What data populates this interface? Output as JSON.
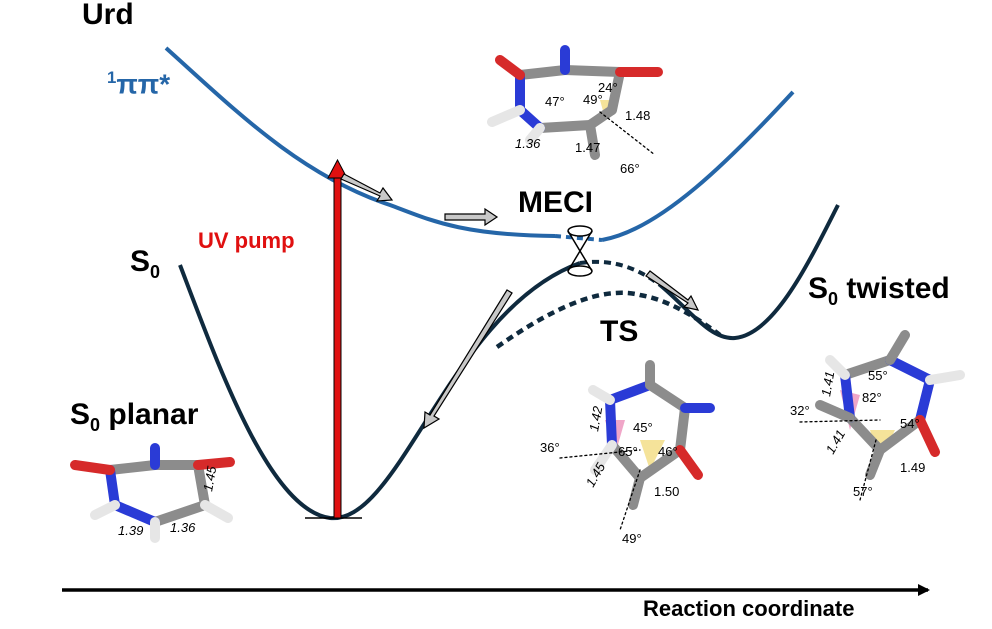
{
  "labels": {
    "urd": "Urd",
    "pipi_sup": "1",
    "pipi": "ππ*",
    "s0_main": "S",
    "s0_sub": "0",
    "uv_pump": "UV pump",
    "meci": "MECI",
    "ts": "TS",
    "s0_planar_s": "S",
    "s0_planar_sub": "0",
    "s0_planar_rest": " planar",
    "s0_twisted_s": "S",
    "s0_twisted_sub": "0",
    "s0_twisted_rest": " twisted",
    "axis": "Reaction coordinate"
  },
  "planar_values": [
    "1.45",
    "1.39",
    "1.36"
  ],
  "meci_values": [
    "24°",
    "47°",
    "49°",
    "1.48",
    "1.36",
    "1.47",
    "66°"
  ],
  "ts_values": [
    "1.42",
    "45°",
    "36°",
    "65°",
    "46°",
    "1.45",
    "1.50",
    "49°"
  ],
  "twisted_values": [
    "1.41",
    "55°",
    "32°",
    "82°",
    "54°",
    "1.41",
    "1.49",
    "57°"
  ],
  "colors": {
    "excited": "#2566a8",
    "ground": "#0f2a3e",
    "uv": "#e01010",
    "carbon": "#8c8c8c",
    "nitrogen": "#2a3bd6",
    "oxygen": "#d62a2a",
    "hydrogen": "#e6e6e6"
  }
}
